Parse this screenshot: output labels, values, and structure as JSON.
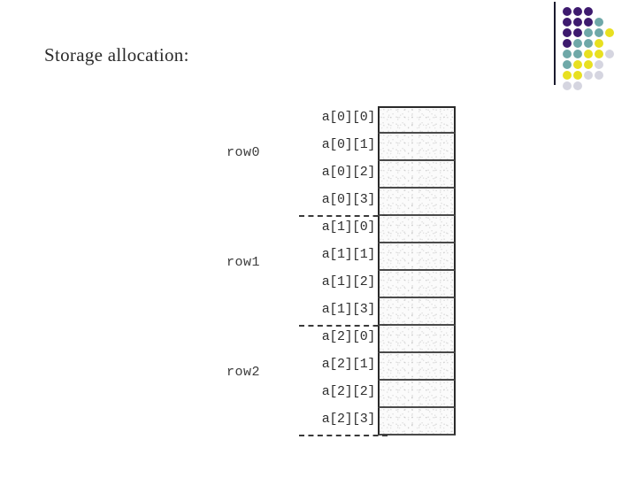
{
  "slide": {
    "title": "Storage allocation:",
    "background_color": "#ffffff"
  },
  "logo": {
    "name": "dot-matrix-logo",
    "rule_color": "#1b1b2e",
    "colors": {
      "purple": "#3D1A6E",
      "teal": "#6FA8A8",
      "yellow": "#E8E020",
      "light": "#D5D5E0"
    },
    "grid": [
      [
        "purple",
        "purple",
        "purple"
      ],
      [
        "purple",
        "purple",
        "purple",
        "teal"
      ],
      [
        "purple",
        "purple",
        "teal",
        "teal",
        "yellow"
      ],
      [
        "purple",
        "teal",
        "teal",
        "yellow"
      ],
      [
        "teal",
        "teal",
        "yellow",
        "yellow",
        "light"
      ],
      [
        "teal",
        "yellow",
        "yellow",
        "light"
      ],
      [
        "yellow",
        "yellow",
        "light",
        "light"
      ],
      [
        "light",
        "light"
      ]
    ]
  },
  "diagram": {
    "name": "array-storage-allocation",
    "groups": [
      {
        "label": "row0"
      },
      {
        "label": "row1"
      },
      {
        "label": "row2"
      }
    ],
    "cells": [
      {
        "label": "a[0][0]",
        "group": "row0"
      },
      {
        "label": "a[0][1]",
        "group": "row0"
      },
      {
        "label": "a[0][2]",
        "group": "row0"
      },
      {
        "label": "a[0][3]",
        "group": "row0"
      },
      {
        "label": "a[1][0]",
        "group": "row1"
      },
      {
        "label": "a[1][1]",
        "group": "row1"
      },
      {
        "label": "a[1][2]",
        "group": "row1"
      },
      {
        "label": "a[1][3]",
        "group": "row1"
      },
      {
        "label": "a[2][0]",
        "group": "row2"
      },
      {
        "label": "a[2][1]",
        "group": "row2"
      },
      {
        "label": "a[2][2]",
        "group": "row2"
      },
      {
        "label": "a[2][3]",
        "group": "row2"
      }
    ],
    "dividers_after_cell_index": [
      3,
      7,
      11
    ]
  }
}
